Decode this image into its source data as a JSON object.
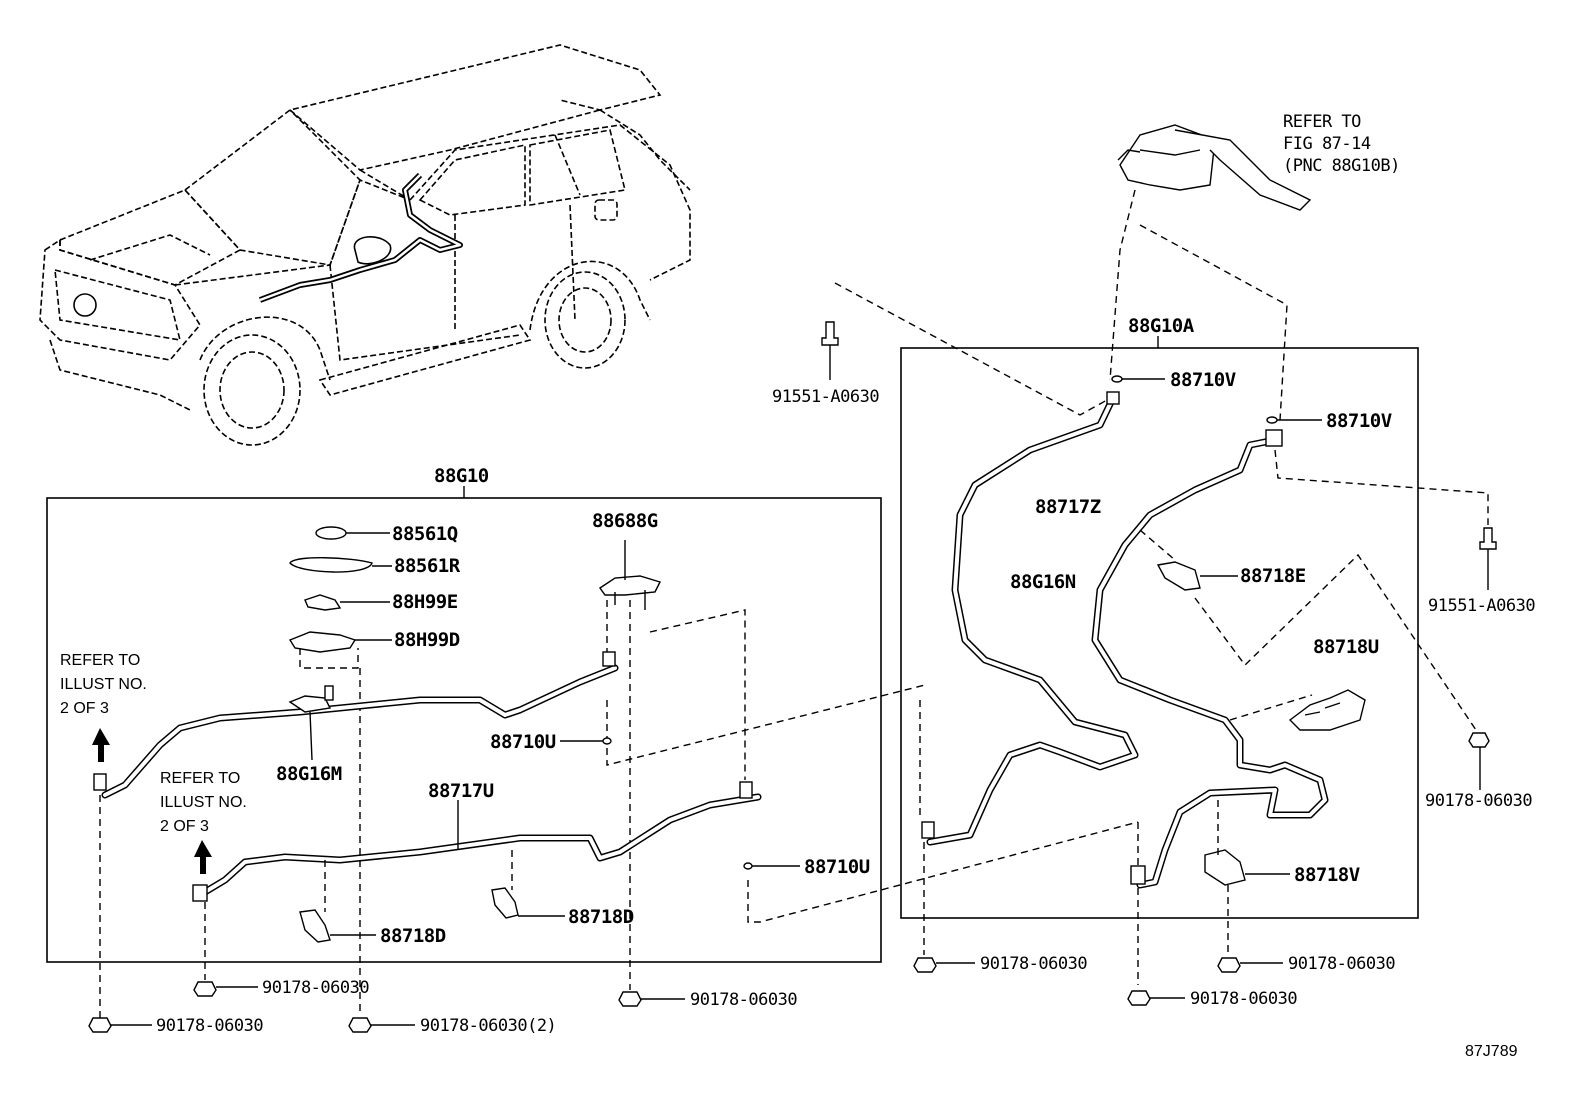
{
  "diagram_code": "87J789",
  "groups": {
    "left_assembly": "88G10",
    "right_assembly": "88G10A"
  },
  "refer_fig": {
    "line1": "REFER TO",
    "line2": "FIG 87-14",
    "line3": "(PNC 88G10B)"
  },
  "refer_illust": {
    "line1": "REFER TO",
    "line2": "ILLUST NO.",
    "line3": "2 OF 3"
  },
  "parts": {
    "p88561Q": "88561Q",
    "p88561R": "88561R",
    "p88H99E": "88H99E",
    "p88H99D": "88H99D",
    "p88688G": "88688G",
    "p88G16M": "88G16M",
    "p88710U_a": "88710U",
    "p88710U_b": "88710U",
    "p88717U": "88717U",
    "p88718D_a": "88718D",
    "p88718D_b": "88718D",
    "p88710V_a": "88710V",
    "p88710V_b": "88710V",
    "p88717Z": "88717Z",
    "p88G16N": "88G16N",
    "p88718E": "88718E",
    "p88718U": "88718U",
    "p88718V": "88718V",
    "p91551_left": "91551-A0630",
    "p91551_right": "91551-A0630",
    "n_left_bottom": "90178-06030",
    "n_left_mid": "90178-06030",
    "n_left_2": "90178-06030(2)",
    "n_center": "90178-06030",
    "n_r1": "90178-06030",
    "n_r2": "90178-06030",
    "n_r3": "90178-06030",
    "n_far_right": "90178-06030"
  }
}
